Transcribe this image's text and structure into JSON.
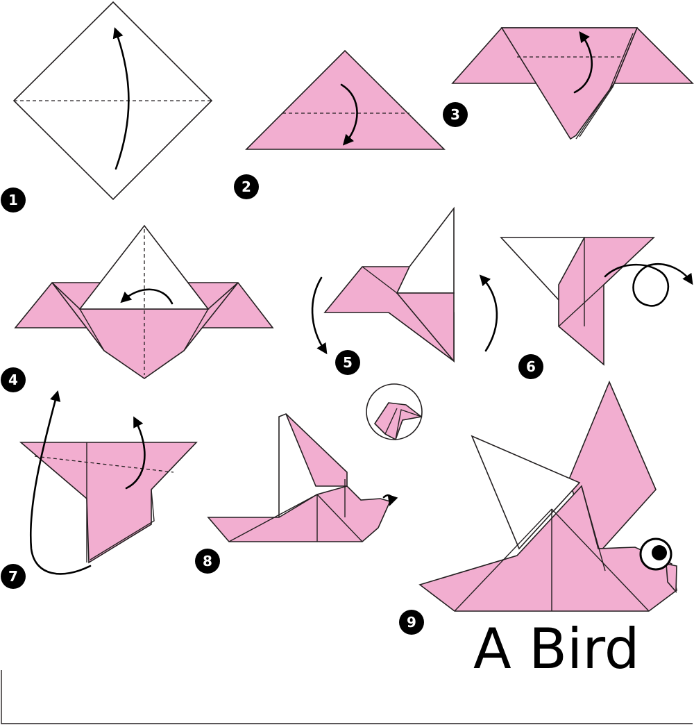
{
  "title": "A Bird",
  "steps": [
    {
      "number": "1"
    },
    {
      "number": "2"
    },
    {
      "number": "3"
    },
    {
      "number": "4"
    },
    {
      "number": "5"
    },
    {
      "number": "6"
    },
    {
      "number": "7"
    },
    {
      "number": "8"
    },
    {
      "number": "9"
    }
  ],
  "colors": {
    "paper_front": "#f2aed0",
    "paper_back": "#ffffff",
    "outline": "#231f20",
    "badge": "#000000"
  }
}
